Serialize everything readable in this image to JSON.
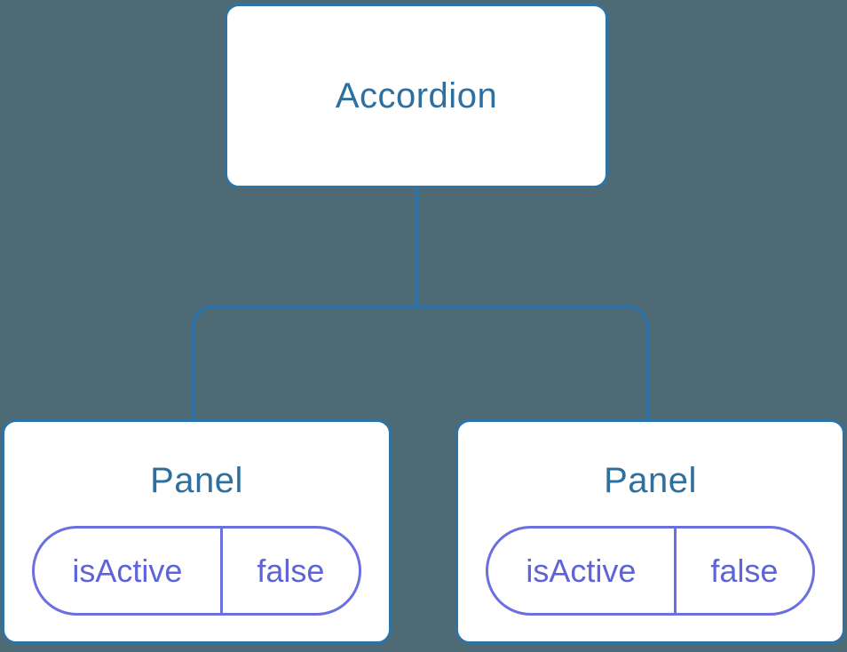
{
  "colors": {
    "background": "#4d6a75",
    "connector": "#2e73a6",
    "node_bg": "#ffffff",
    "node_border": "#2e73a6",
    "node_label": "#2f6f9f",
    "state_text": "#5f63d8",
    "state_border": "#6c6fe0"
  },
  "tree": {
    "root": {
      "label": "Accordion"
    },
    "children": [
      {
        "label": "Panel",
        "state": {
          "name": "isActive",
          "value": "false"
        }
      },
      {
        "label": "Panel",
        "state": {
          "name": "isActive",
          "value": "false"
        }
      }
    ]
  }
}
